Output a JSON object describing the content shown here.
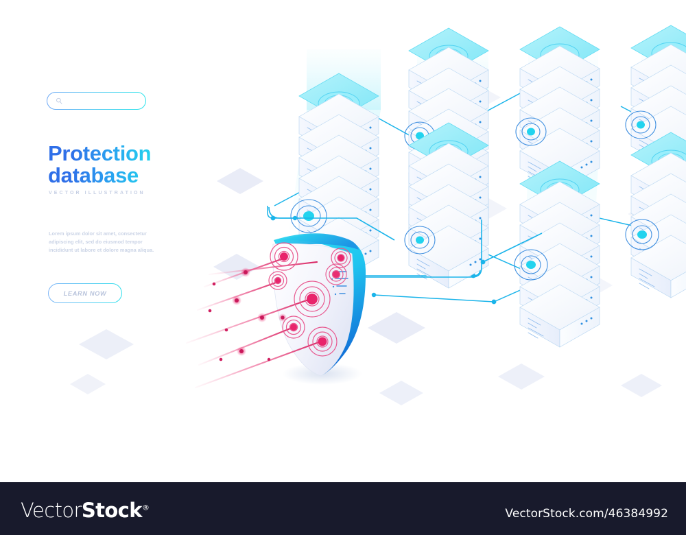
{
  "page": {
    "background": "#ffffff",
    "accent_blue": "#2f6fe8",
    "accent_cyan": "#22d3ee",
    "attack_red": "#e8246b"
  },
  "search": {
    "icon": "search-icon",
    "value": "",
    "placeholder": ""
  },
  "hero": {
    "title": "Protection\ndatabase",
    "subtitle": "VECTOR ILLUSTRATION",
    "body": "Lorem ipsum dolor sit amet, consectetur adipiscing elit, sed do eiusmod tempor incididunt ut labore et dolore magna aliqua.",
    "cta_label": "LEARN NOW"
  },
  "illustration": {
    "name": "isometric-server-protection-illustration",
    "shield": {
      "name": "protection-shield",
      "impacts": 6,
      "rim_color": "#19c6f0"
    },
    "attacks": {
      "name": "attack-trails",
      "count": 6,
      "color": "#e8246b"
    },
    "servers": {
      "name": "server-racks",
      "count": 7,
      "layers_per_rack": 7,
      "platform_color": "#9bf0fb"
    },
    "network_lines": {
      "name": "network-connection-lines",
      "color": "#1ab4ea"
    },
    "diamonds": {
      "name": "background-diamonds",
      "color": "#e9ecf7"
    },
    "light_beam": {
      "name": "light-beam",
      "color": "#cbf6fb"
    }
  },
  "footer": {
    "logo_part1": "Vector",
    "logo_part2": "Stock",
    "logo_registered": "®",
    "url": "VectorStock.com/46384992",
    "background": "#181a2c"
  }
}
